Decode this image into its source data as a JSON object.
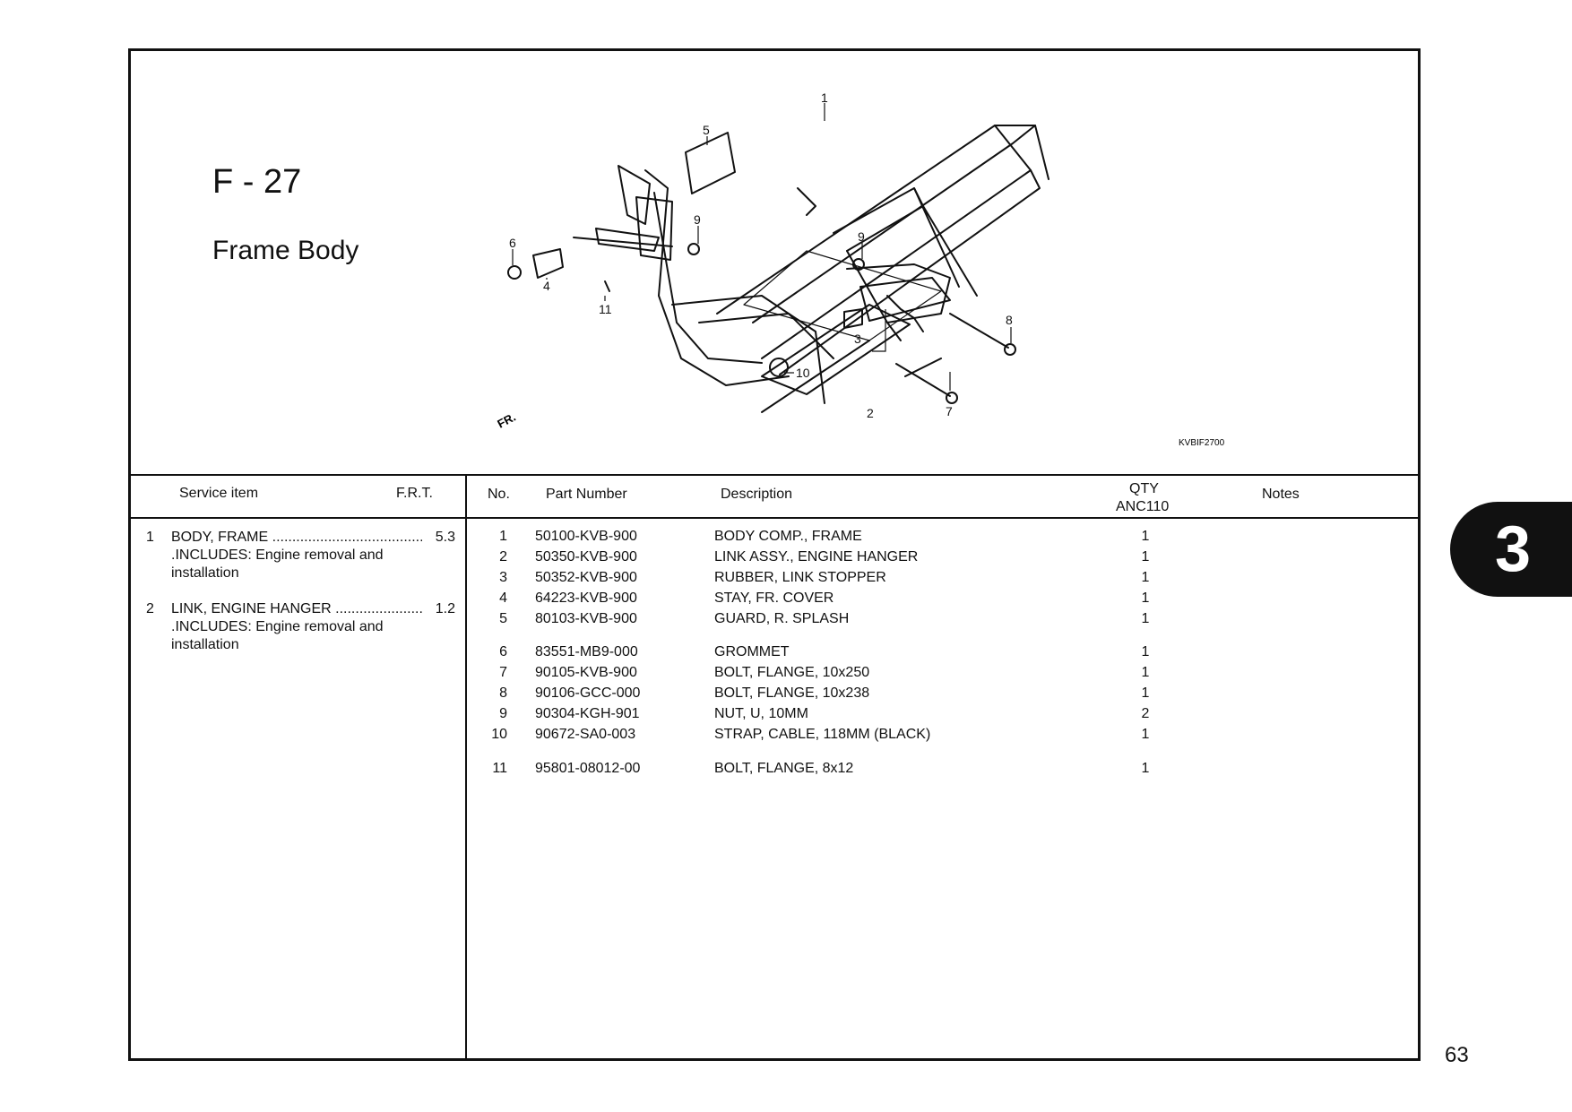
{
  "section": {
    "code": "F - 27",
    "title": "Frame Body"
  },
  "diagram": {
    "callouts": [
      "1",
      "2",
      "3",
      "4",
      "5",
      "6",
      "7",
      "8",
      "9",
      "9",
      "10",
      "11"
    ],
    "front_label": "FR.",
    "ref_code": "KVBIF2700"
  },
  "service_table": {
    "headers": {
      "item": "Service item",
      "frt": "F.R.T."
    },
    "rows": [
      {
        "no": "1",
        "name": "BODY, FRAME .......................................",
        "frt": "5.3",
        "note": ".INCLUDES: Engine removal and installation"
      },
      {
        "no": "2",
        "name": "LINK, ENGINE HANGER .........................",
        "frt": "1.2",
        "note": ".INCLUDES: Engine removal and installation"
      }
    ]
  },
  "parts_table": {
    "headers": {
      "no": "No.",
      "part_number": "Part Number",
      "description": "Description",
      "qty": "QTY",
      "model": "ANC110",
      "notes": "Notes"
    },
    "rows": [
      {
        "no": "1",
        "part_number": "50100-KVB-900",
        "description": "BODY COMP., FRAME",
        "qty": "1"
      },
      {
        "no": "2",
        "part_number": "50350-KVB-900",
        "description": "LINK ASSY., ENGINE HANGER",
        "qty": "1"
      },
      {
        "no": "3",
        "part_number": "50352-KVB-900",
        "description": "RUBBER, LINK STOPPER",
        "qty": "1"
      },
      {
        "no": "4",
        "part_number": "64223-KVB-900",
        "description": "STAY, FR. COVER",
        "qty": "1"
      },
      {
        "no": "5",
        "part_number": "80103-KVB-900",
        "description": "GUARD, R. SPLASH",
        "qty": "1"
      },
      {
        "no": "6",
        "part_number": "83551-MB9-000",
        "description": "GROMMET",
        "qty": "1"
      },
      {
        "no": "7",
        "part_number": "90105-KVB-900",
        "description": "BOLT, FLANGE, 10x250",
        "qty": "1"
      },
      {
        "no": "8",
        "part_number": "90106-GCC-000",
        "description": "BOLT, FLANGE, 10x238",
        "qty": "1"
      },
      {
        "no": "9",
        "part_number": "90304-KGH-901",
        "description": "NUT, U, 10MM",
        "qty": "2"
      },
      {
        "no": "10",
        "part_number": "90672-SA0-003",
        "description": "STRAP, CABLE, 118MM (BLACK)",
        "qty": "1"
      },
      {
        "no": "11",
        "part_number": "95801-08012-00",
        "description": "BOLT, FLANGE, 8x12",
        "qty": "1"
      }
    ]
  },
  "chapter_tab": "3",
  "page_number": "63"
}
